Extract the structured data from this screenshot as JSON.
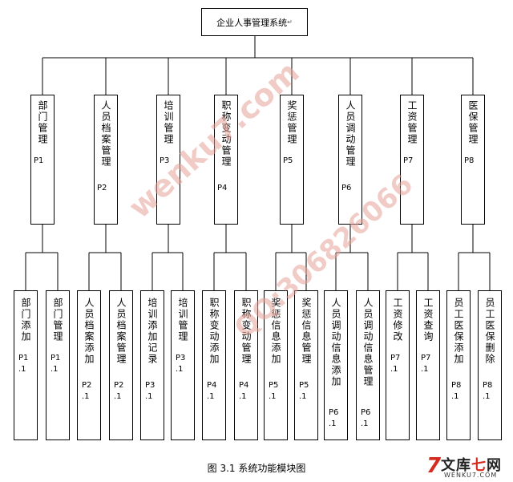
{
  "root": {
    "label": "企业人事管理系统"
  },
  "modules": [
    {
      "label": "部门管理",
      "code": "P1"
    },
    {
      "label": "人员档案管理",
      "code": "P2"
    },
    {
      "label": "培训管理",
      "code": "P3"
    },
    {
      "label": "职称变动管理",
      "code": "P4"
    },
    {
      "label": "奖惩管理",
      "code": "P5"
    },
    {
      "label": "人员调动管理",
      "code": "P6"
    },
    {
      "label": "工资管理",
      "code": "P7"
    },
    {
      "label": "医保管理",
      "code": "P8"
    }
  ],
  "leaves": [
    {
      "label": "部门添加",
      "code": [
        "P1",
        ".1"
      ]
    },
    {
      "label": "部门管理",
      "code": [
        "P1",
        ".1"
      ]
    },
    {
      "label": "人员档案添加",
      "code": [
        "P2",
        ".1"
      ]
    },
    {
      "label": "人员档案管理",
      "code": [
        "P2",
        ".1"
      ]
    },
    {
      "label": "培训添加记录",
      "code": [
        "P3",
        ".1"
      ]
    },
    {
      "label": "培训管理",
      "code": [
        "P3",
        ".1"
      ]
    },
    {
      "label": "职称变动添加",
      "code": [
        "P4",
        ".1"
      ]
    },
    {
      "label": "职称变动管理",
      "code": [
        "P4",
        ".1"
      ]
    },
    {
      "label": "奖惩信息添加",
      "code": [
        "P5",
        ".1"
      ]
    },
    {
      "label": "奖惩信息管理",
      "code": [
        "P5",
        ".1"
      ]
    },
    {
      "label": "人员调动信息添加",
      "code": [
        "P6",
        ".1"
      ]
    },
    {
      "label": "人员调动信息管理",
      "code": [
        "P6",
        ".1"
      ]
    },
    {
      "label": "工资修改",
      "code": [
        "P7",
        ".1"
      ]
    },
    {
      "label": "工资查询",
      "code": [
        "P7",
        ".1"
      ]
    },
    {
      "label": "员工医保添加",
      "code": [
        "P8",
        ".1"
      ]
    },
    {
      "label": "员工医保删除",
      "code": [
        "P8",
        ".1"
      ]
    }
  ],
  "caption": "图 3.1 系统功能模块图",
  "watermarks": {
    "site": "wenku7.com",
    "qq": "QQ:306826066"
  },
  "logo": {
    "seven": "7",
    "text_a": "文库",
    "text_b": "七",
    "text_c": "网",
    "sub": "WENKU7.COM"
  }
}
